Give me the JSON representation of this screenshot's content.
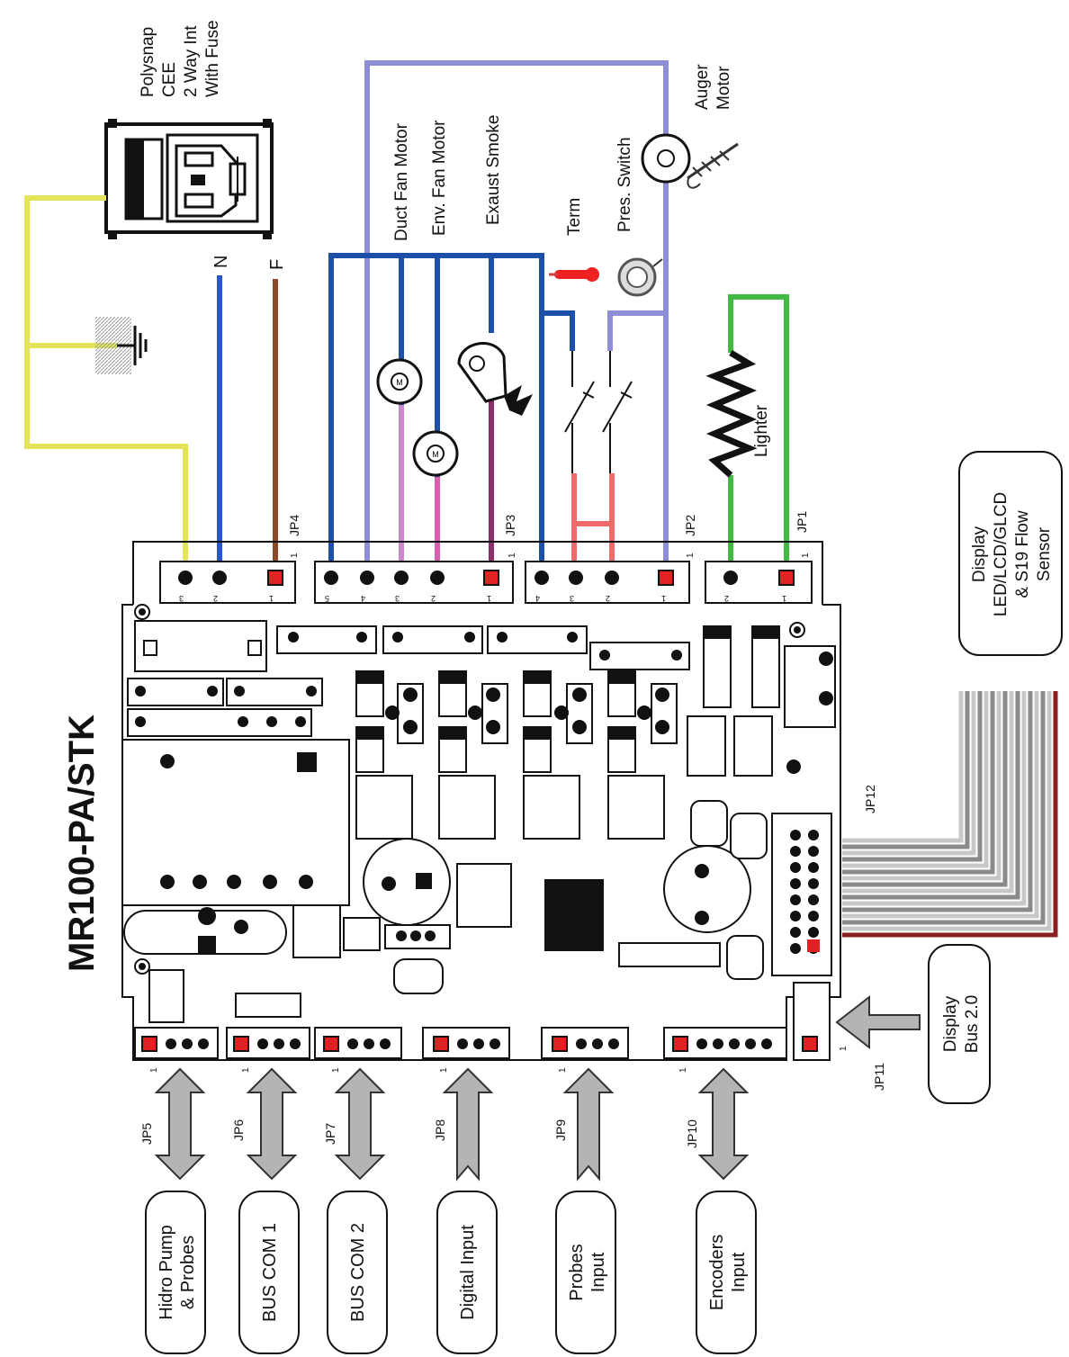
{
  "board": {
    "title": "MR100-PA/STK"
  },
  "power": {
    "inlet_label": [
      "Polysnap",
      "CEE",
      "2 Way Int",
      "With Fuse"
    ],
    "neutral": "N",
    "phase": "F"
  },
  "loads": {
    "duct_fan": "Duct Fan Motor",
    "env_fan": "Env. Fan Motor",
    "exhaust_smoke": "Exaust Smoke",
    "term": "Term",
    "pres_switch": "Pres. Switch",
    "auger_motor": [
      "Auger",
      "Motor"
    ],
    "lighter": "Lighter"
  },
  "connectors": {
    "jp1": "JP1",
    "jp2": "JP2",
    "jp3": "JP3",
    "jp4": "JP4",
    "jp5": "JP5",
    "jp6": "JP6",
    "jp7": "JP7",
    "jp8": "JP8",
    "jp9": "JP9",
    "jp10": "JP10",
    "jp11": "JP11",
    "jp12": "JP12"
  },
  "pin_one": "1",
  "pins": {
    "jp4": [
      "3",
      "2",
      "1"
    ],
    "jp3": [
      "5",
      "4",
      "3",
      "2",
      "1"
    ],
    "jp2": [
      "4",
      "3",
      "2",
      "1"
    ],
    "jp1": [
      "2",
      "1"
    ]
  },
  "peripherals": {
    "display_main": [
      "Display",
      "LED/LCD/GLCD",
      "& S19 Flow",
      "Sensor"
    ],
    "display_bus": [
      "Display",
      "Bus 2.0"
    ],
    "hidro_pump": [
      "Hidro Pump",
      "& Probes"
    ],
    "bus_com1": "BUS COM 1",
    "bus_com2": "BUS COM 2",
    "digital_input": "Digital Input",
    "probes_input": [
      "Probes",
      "Input"
    ],
    "encoders_input": [
      "Encoders",
      "Input"
    ]
  },
  "colors": {
    "earth": "#e4e45a",
    "neutral": "#2a55c8",
    "phase": "#8b4a2a",
    "load_common": "#1e4fa8",
    "auger": "#8c8fd6",
    "duct_fan": "#cc88cc",
    "env_fan": "#d85fb0",
    "exhaust": "#8a2f6a",
    "switch": "#f06a6a",
    "lighter": "#44b844",
    "arrow": "#b4b4b4",
    "pin1": "#e22222"
  }
}
